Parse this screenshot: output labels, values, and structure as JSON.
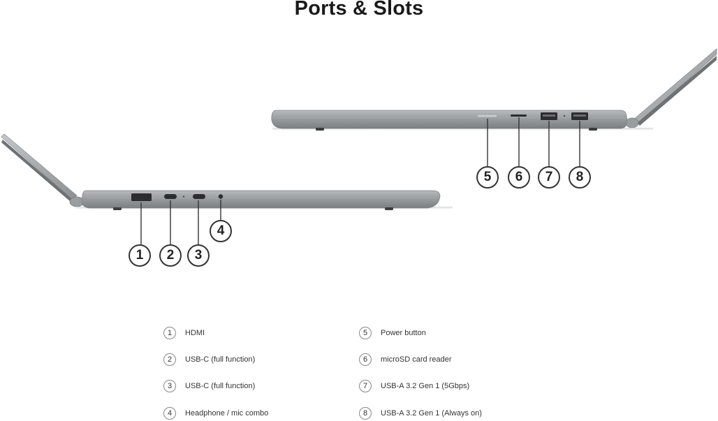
{
  "page_title": "Ports & Slots",
  "callouts": [
    {
      "number": "1"
    },
    {
      "number": "2"
    },
    {
      "number": "3"
    },
    {
      "number": "4"
    },
    {
      "number": "5"
    },
    {
      "number": "6"
    },
    {
      "number": "7"
    },
    {
      "number": "8"
    }
  ],
  "legend": [
    {
      "number": "1",
      "label": "HDMI"
    },
    {
      "number": "2",
      "label": "USB-C (full function)"
    },
    {
      "number": "3",
      "label": "USB-C (full function)"
    },
    {
      "number": "4",
      "label": "Headphone / mic combo"
    },
    {
      "number": "5",
      "label": "Power button"
    },
    {
      "number": "6",
      "label": "microSD card reader"
    },
    {
      "number": "7",
      "label": "USB-A 3.2 Gen 1 (5Gbps)"
    },
    {
      "number": "8",
      "label": "USB-A 3.2 Gen 1 (Always on)"
    }
  ],
  "colors": {
    "chassis": "#8e9194",
    "chassis_highlight": "#b3b6b9",
    "port": "#2b2d30",
    "leader_line": "#333333"
  }
}
